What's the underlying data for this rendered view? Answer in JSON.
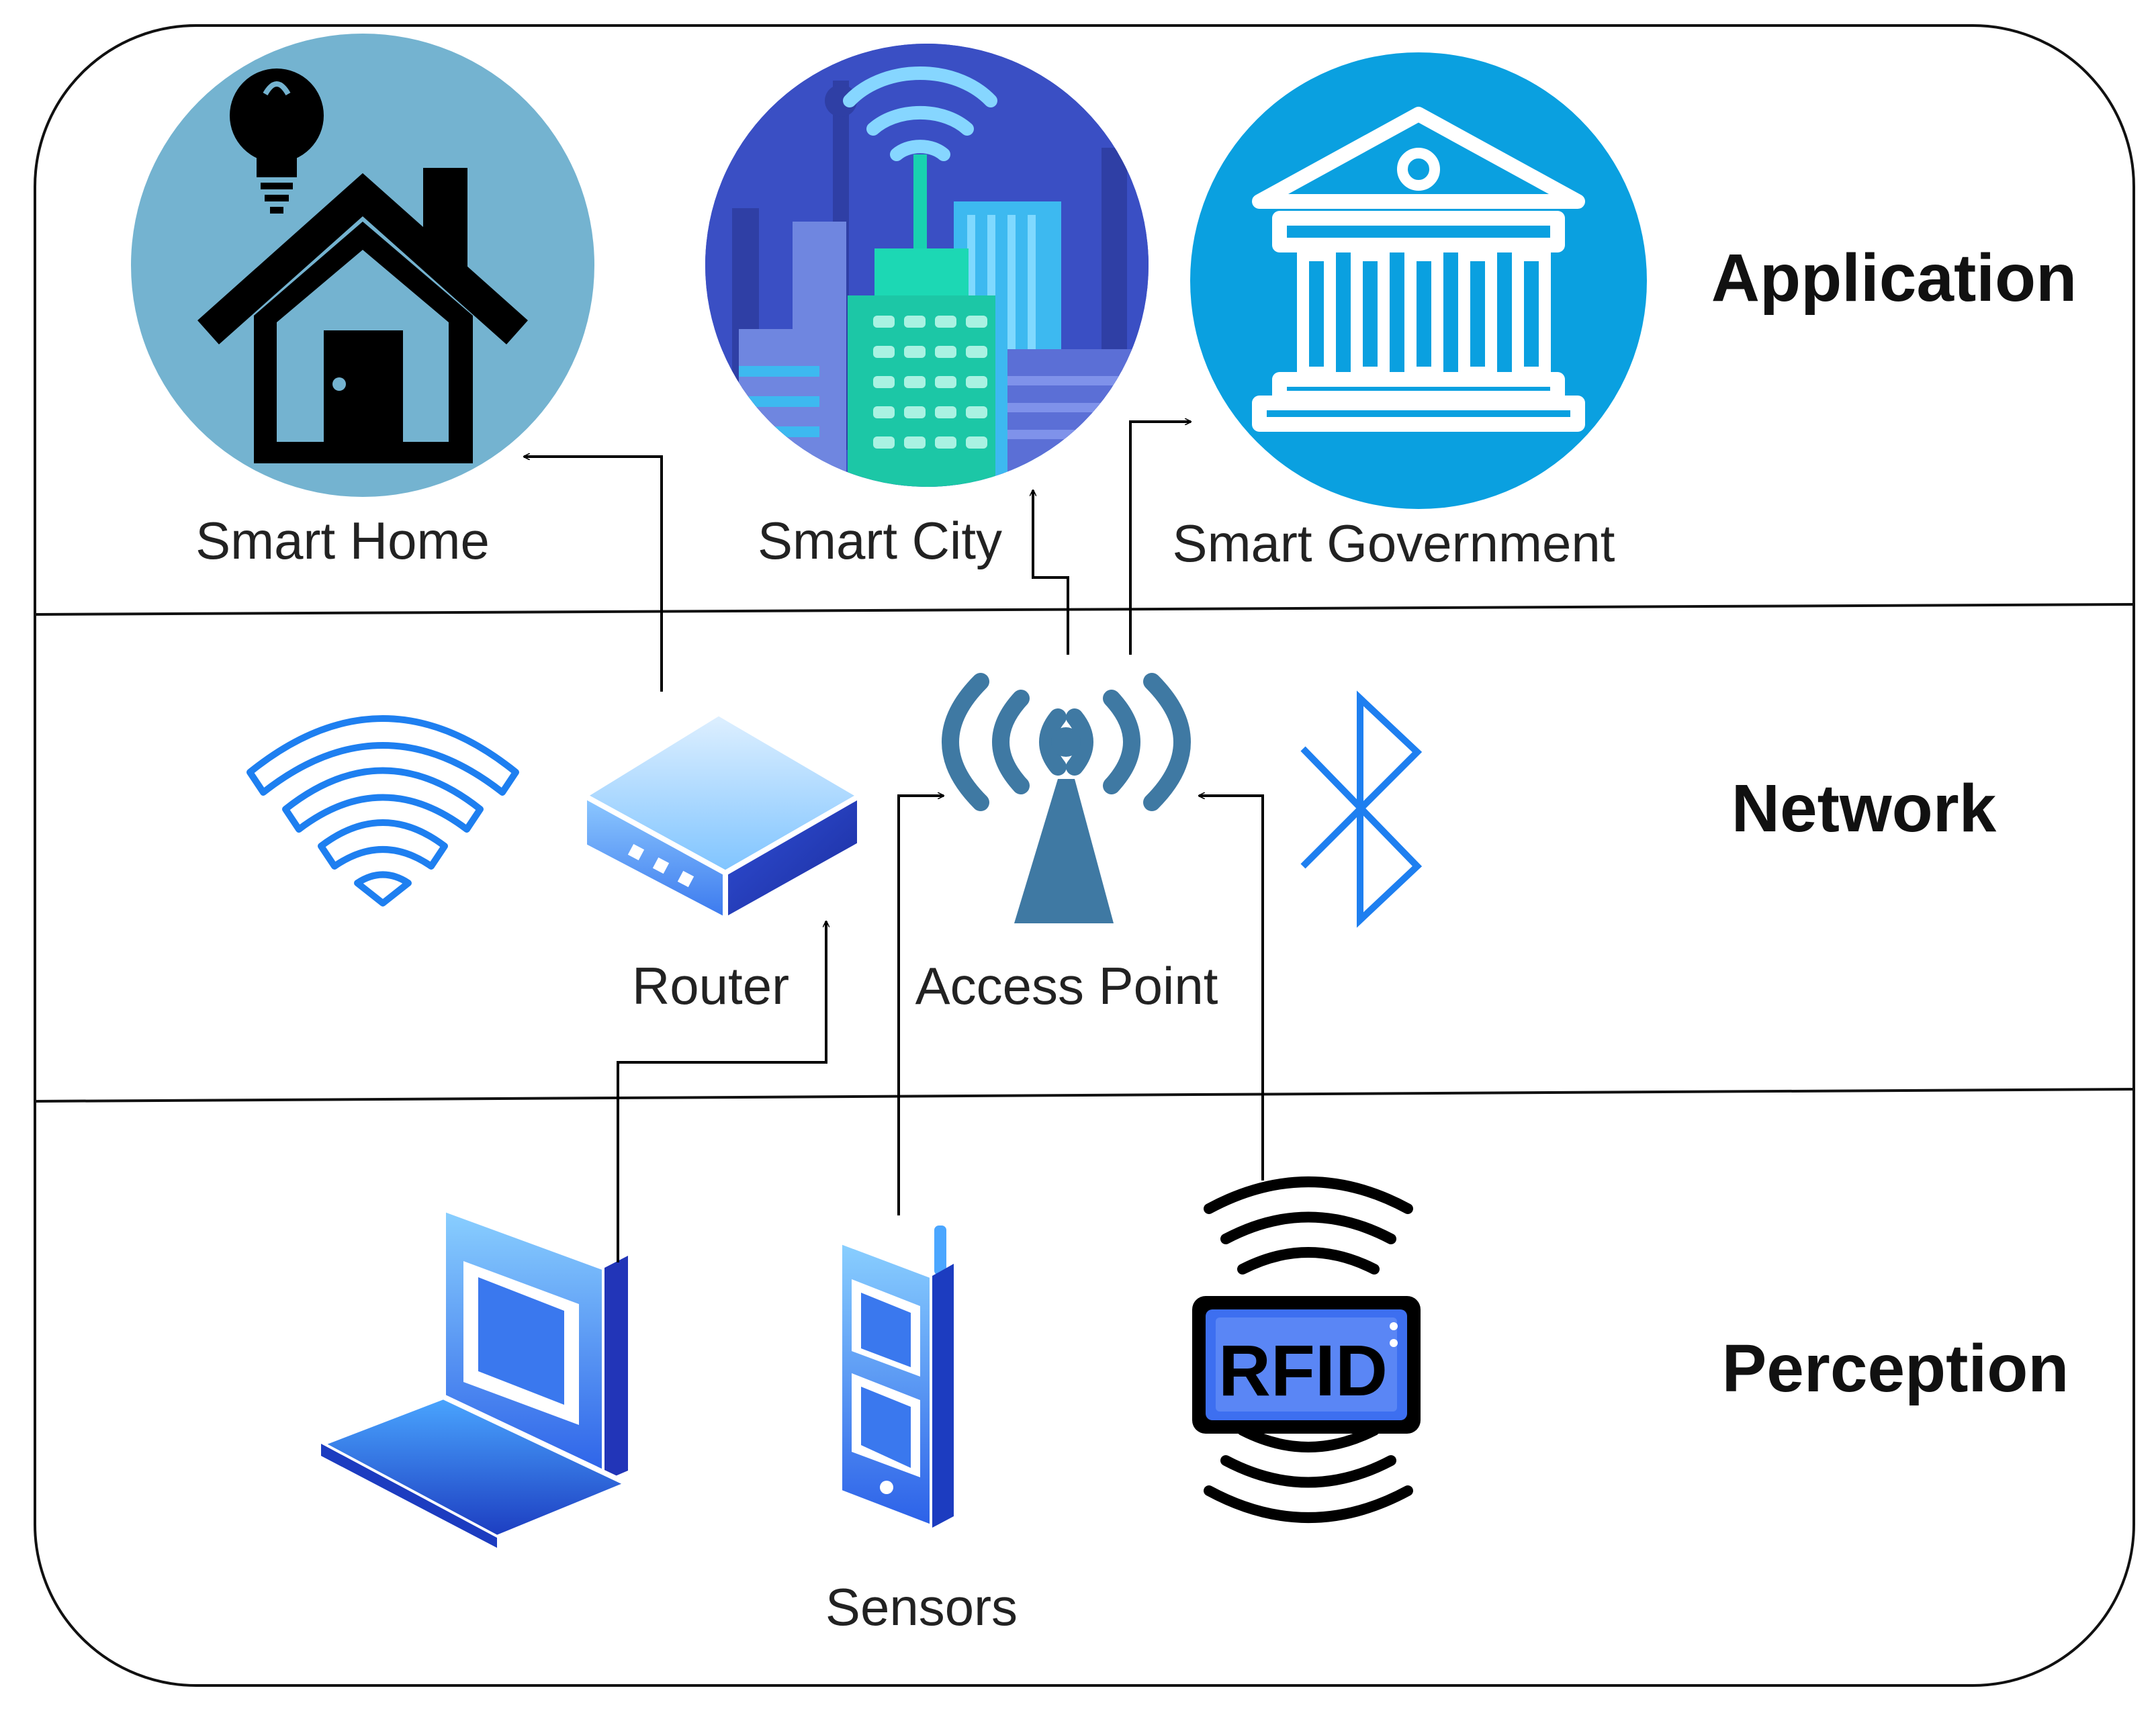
{
  "layers": {
    "application": "Application",
    "network": "Network",
    "perception": "Perception"
  },
  "labels": {
    "smart_home": "Smart Home",
    "smart_city": "Smart City",
    "smart_government": "Smart Government",
    "router": "Router",
    "access_point": "Access Point",
    "sensors": "Sensors",
    "rfid_badge": "RFID"
  },
  "icons": {
    "application": [
      "smart-home-icon",
      "smart-city-icon",
      "smart-government-icon"
    ],
    "network": [
      "wifi-icon",
      "router-icon",
      "access-point-icon",
      "bluetooth-icon"
    ],
    "perception": [
      "laptop-icon",
      "phone-sensor-icon",
      "rfid-icon"
    ]
  },
  "colors": {
    "home_circle": "#74b3d0",
    "city_circle": "#3a4fc4",
    "gov_circle": "#0aa0e0",
    "network_blue": "#1e7ff0",
    "access_point": "#3f79a3",
    "device_blue": "#2b74f0"
  }
}
